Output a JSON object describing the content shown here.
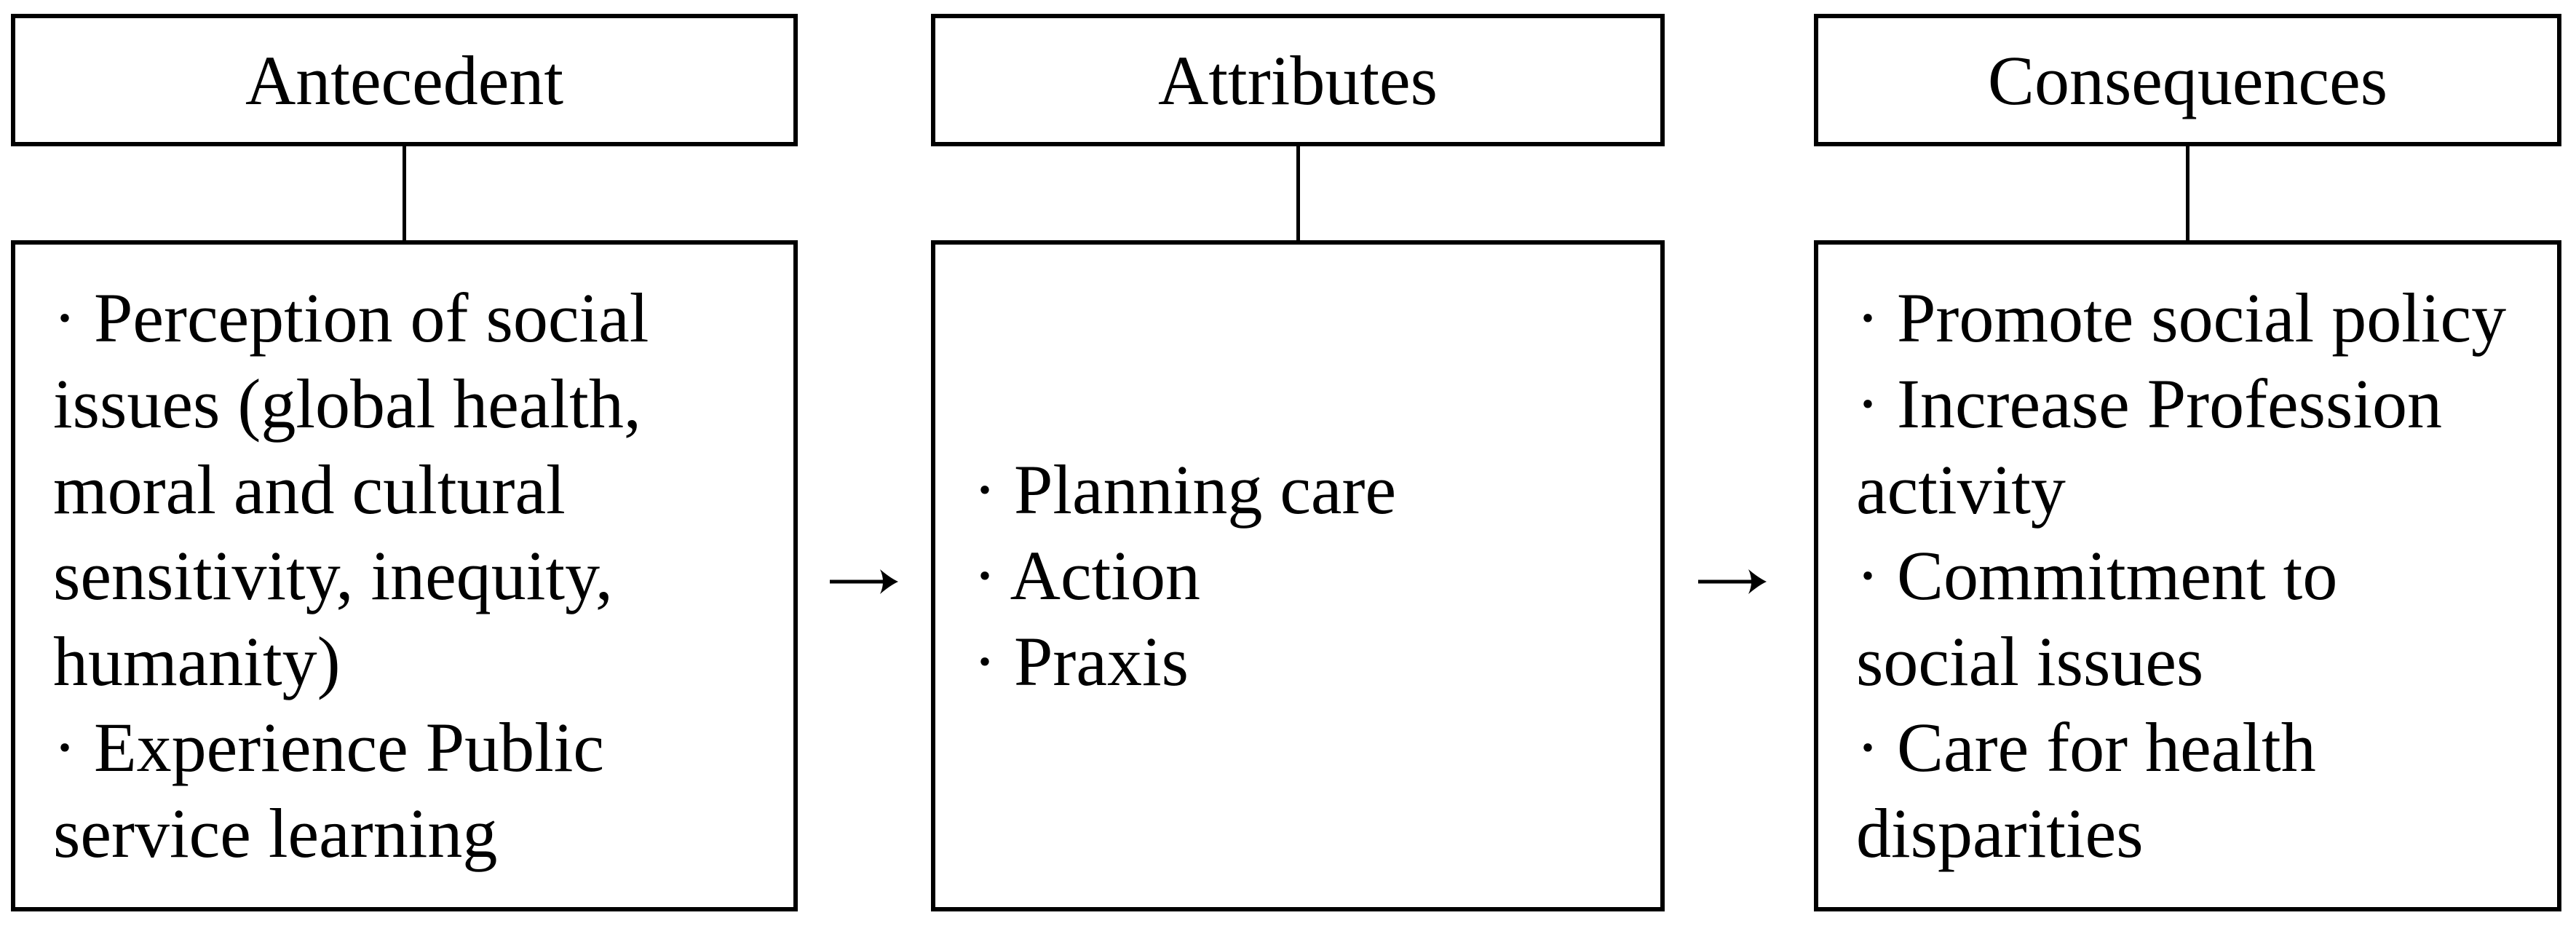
{
  "diagram": {
    "title_implicit": "",
    "colors": {
      "border": "#000000",
      "background": "#ffffff",
      "text": "#000000"
    },
    "arrow_icon": "→",
    "columns": [
      {
        "header": "Antecedent",
        "body_lines": [
          "· Perception of social",
          "issues (global health,",
          "moral and cultural",
          "sensitivity, inequity,",
          "humanity)",
          "· Experience Public",
          "service learning"
        ]
      },
      {
        "header": "Attributes",
        "body_lines": [
          "· Planning care",
          "· Action",
          "· Praxis"
        ]
      },
      {
        "header": "Consequences",
        "body_lines": [
          "· Promote social policy",
          "· Increase Profession",
          "activity",
          "· Commitment to",
          "social issues",
          "· Care for health",
          "disparities"
        ]
      }
    ]
  }
}
